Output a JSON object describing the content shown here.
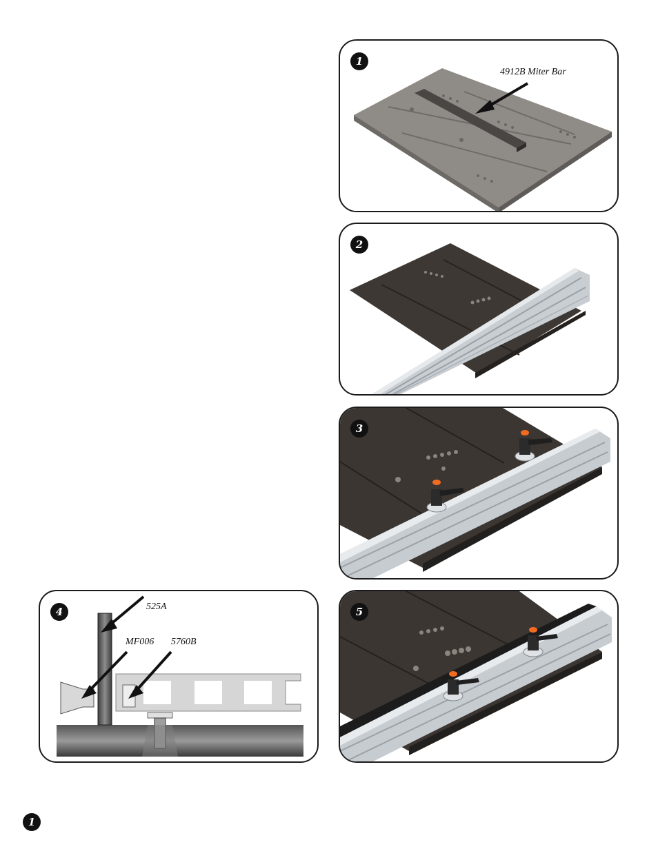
{
  "panels": [
    {
      "number": "1",
      "labels": [
        "4912B Miter Bar"
      ]
    },
    {
      "number": "2",
      "labels": []
    },
    {
      "number": "3",
      "labels": []
    },
    {
      "number": "4",
      "labels": [
        "525A",
        "MF006",
        "5760B"
      ]
    },
    {
      "number": "5",
      "labels": []
    }
  ],
  "footer": {
    "step_number": "1"
  },
  "icons": {
    "step_badge": "black-circle-number"
  },
  "colors": {
    "plate_gray": "#8c8985",
    "plate_dark": "#3b3632",
    "extrusion": "#c8cdd2",
    "knob_orange": "#f26b21"
  }
}
